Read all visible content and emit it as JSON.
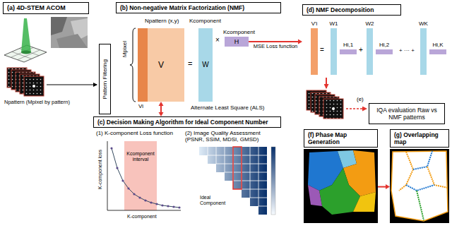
{
  "diagram": {
    "nodes": [
      {
        "text": [
          "(a) 4D-STEM ACOM"
        ]
      },
      {
        "text": [
          "Pattern Filtering"
        ]
      },
      {
        "text": [
          "(b) Non-negative Matrix Factorization (NMF)"
        ]
      },
      {
        "text": [
          "V"
        ],
        "in": 2
      },
      {
        "text": [
          "W"
        ],
        "in": 2
      },
      {
        "text": [
          "H"
        ],
        "in": 2
      },
      {
        "text": [
          "(c) Decision Making Algorithm for Ideal Component Number"
        ]
      },
      {
        "text": [
          "(d) NMF Decomposition"
        ]
      },
      {
        "text": [
          "V'i"
        ],
        "in": 7
      },
      {
        "text": [
          "W1"
        ],
        "in": 7
      },
      {
        "text": [
          "W2"
        ],
        "in": 7
      },
      {
        "text": [
          "WK"
        ],
        "in": 7
      },
      {
        "text": [
          "Hi,1"
        ],
        "in": 7
      },
      {
        "text": [
          "Hi,2"
        ],
        "in": 7
      },
      {
        "text": [
          "Hi,K"
        ],
        "in": 7
      },
      {
        "text": [
          "IQA evaluation Raw vs NMF patterns"
        ]
      },
      {
        "text": [
          "(f) Phase Map Generation"
        ]
      },
      {
        "text": [
          "(g) Overlapping map"
        ]
      }
    ],
    "edges": [
      {
        "from": 3,
        "to": 6,
        "arrow": "both"
      },
      {
        "from": 5,
        "to": 7,
        "arrow": "to",
        "label": "MSE Loss function"
      },
      {
        "from": 16,
        "to": 17,
        "arrow": "to"
      }
    ],
    "labels": [
      "Npattern (Mpixel by pattern)",
      "Npattern (x,y)",
      "Mpixel",
      "Kcomponent",
      "=",
      "×",
      "Kcomponent",
      "Vi",
      "Alternate Least Square (ALS)",
      "(1) K-component Loss function",
      "K-component loss",
      "Kcomponent interval",
      "K-component",
      "(2) Image Quality Assessment (PSNR, SSIM, MDSI, GMSD)",
      "Ideal Component",
      "=",
      "+",
      "+ ··· +",
      "(e)"
    ]
  }
}
